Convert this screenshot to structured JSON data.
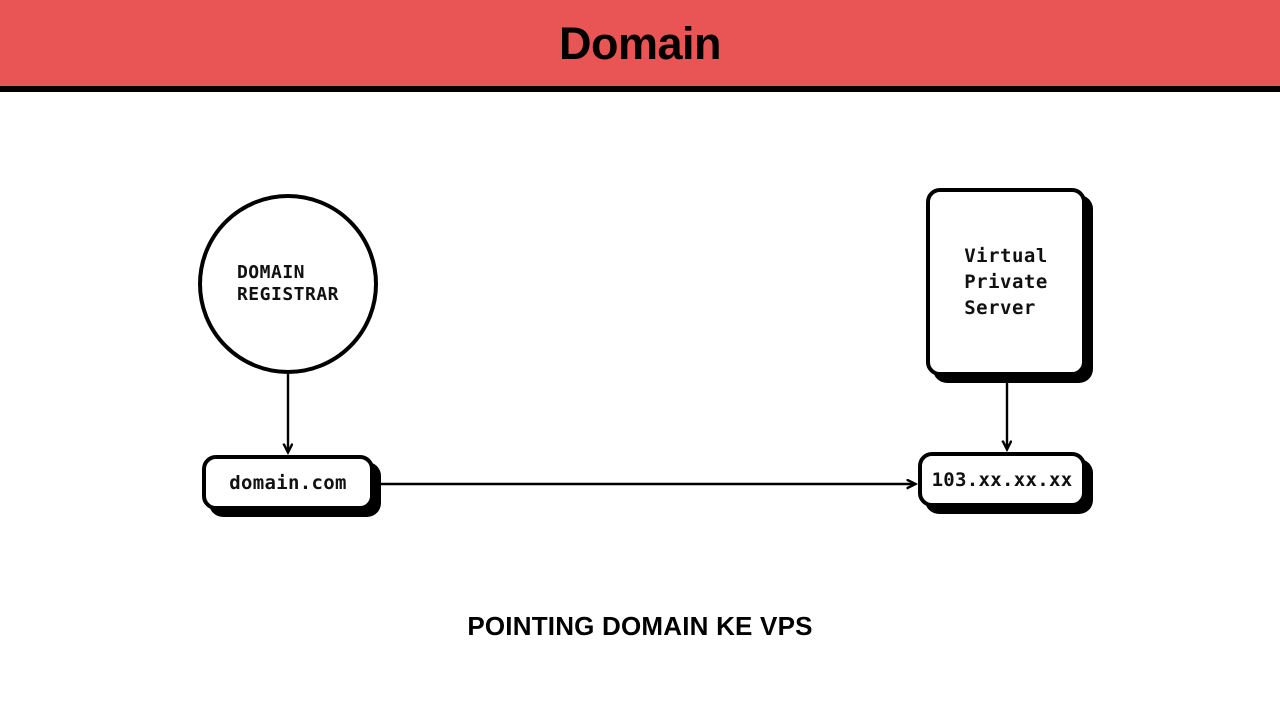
{
  "header": {
    "title": "Domain",
    "background_color": "#e95555",
    "border_color": "#000000",
    "title_color": "#000000"
  },
  "diagram": {
    "nodes": {
      "registrar": {
        "shape": "circle",
        "line_1": "DOMAIN",
        "line_2": "REGISTRAR"
      },
      "vps": {
        "shape": "rounded-rect",
        "line_1": "Virtual",
        "line_2": "Private",
        "line_3": "Server"
      },
      "domain": {
        "shape": "rounded-rect",
        "label": "domain.com"
      },
      "ip": {
        "shape": "rounded-rect",
        "label": "103.xx.xx.xx"
      }
    },
    "edges": [
      {
        "id": "registrar-to-domain",
        "from": "registrar",
        "to": "domain",
        "direction": "down"
      },
      {
        "id": "vps-to-ip",
        "from": "vps",
        "to": "ip",
        "direction": "down"
      },
      {
        "id": "domain-to-ip",
        "from": "domain",
        "to": "ip",
        "direction": "right"
      }
    ],
    "stroke_color": "#000000",
    "fill_color": "#ffffff"
  },
  "caption": {
    "text": "POINTING DOMAIN KE VPS"
  }
}
